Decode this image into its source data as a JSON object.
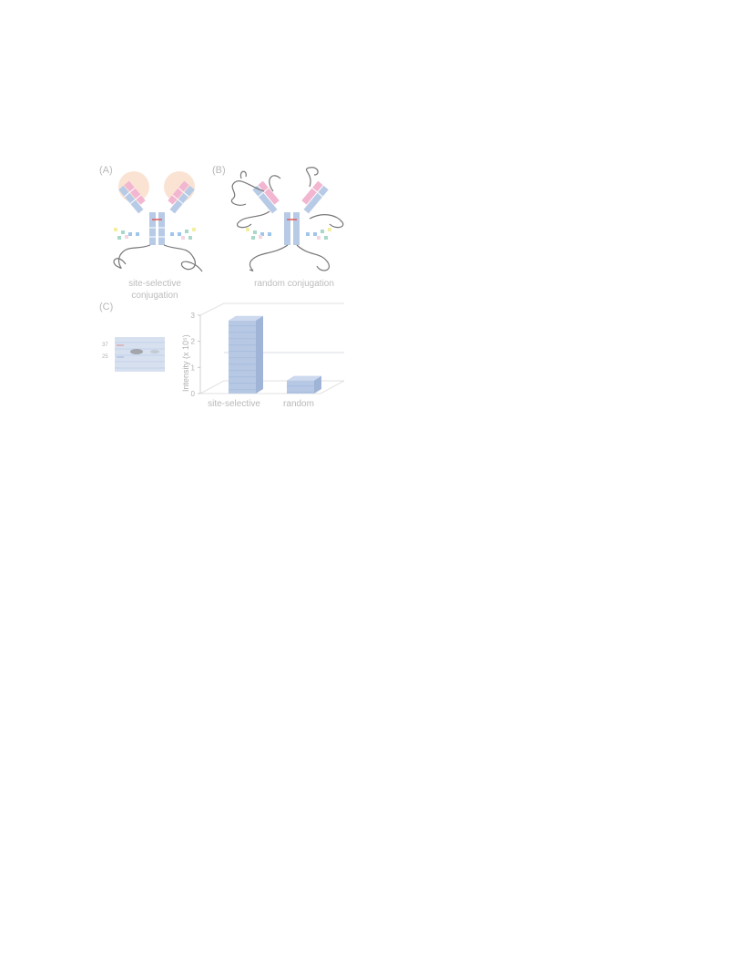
{
  "panels": {
    "a": {
      "label": "(A)",
      "caption_line1": "site-selective",
      "caption_line2": "conjugation"
    },
    "b": {
      "label": "(B)",
      "caption": "random conjugation"
    },
    "c": {
      "label": "(C)",
      "gel_marker_top": "37",
      "gel_marker_bottom": "25"
    }
  },
  "colors": {
    "heavy_chain": "#b8cbe6",
    "light_chain": "#f2b6d0",
    "glow": "#fbe1d0",
    "linker": "#777777",
    "hinge": "#e05a5a"
  },
  "chart_data": {
    "type": "bar",
    "categories": [
      "site-selective",
      "random"
    ],
    "values": [
      2.8,
      0.5
    ],
    "ylabel": "Intensity (x 10⁵)",
    "yticks": [
      "0",
      "1",
      "2",
      "3"
    ],
    "ylim": [
      0,
      3
    ],
    "grid": false,
    "legend": "none"
  }
}
